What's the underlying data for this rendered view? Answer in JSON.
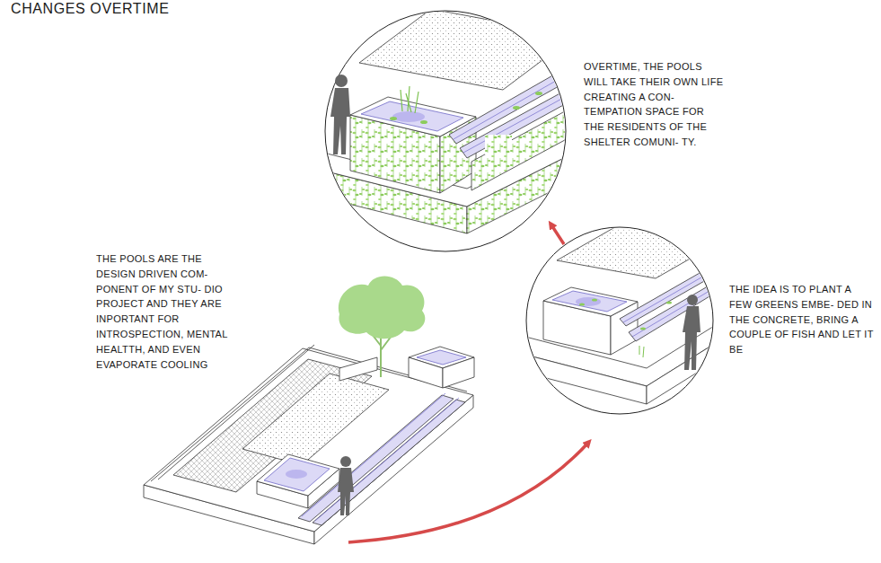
{
  "diagram": {
    "title": "CHANGES OVERTIME",
    "labels": [
      "OVERTIME, THE POOLS WILL TAKE THEIR OWN LIFE CREATING A CON- TEMPATION SPACE FOR THE RESIDENTS OF THE SHELTER COMUNI- TY.",
      "THE POOLS ARE THE DESIGN DRIVEN COM- PONENT OF MY STU- DIO PROJECT AND THEY ARE INPORTANT FOR INTROSPECTION, MENTAL HEALTTH, AND EVEN EVAPORATE COOLING",
      "THE IDEA IS TO PLANT A FEW GREENS EMBE- DED IN THE CONCRETE, BRING A COUPLE OF FISH AND LET IT BE"
    ]
  }
}
